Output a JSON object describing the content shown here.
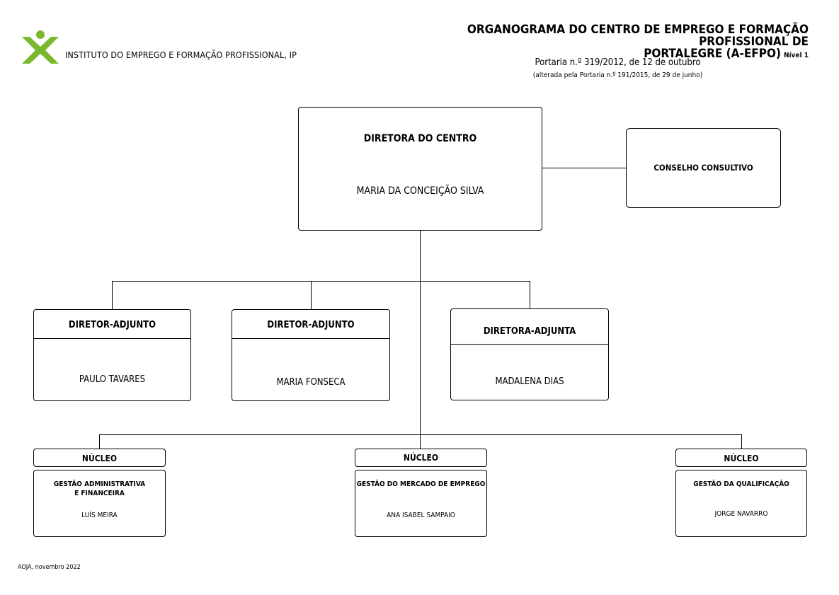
{
  "header": {
    "org_name": "INSTITUTO DO EMPREGO E FORMAÇÃO PROFISSIONAL, IP",
    "title_line1": "ORGANOGRAMA DO  CENTRO DE EMPREGO E FORMAÇÃO PROFISSIONAL DE",
    "title_line2": "PORTALEGRE (A-EFPO)",
    "level": "Nível 1",
    "portaria": "Portaria n.º 319/2012, de 12 de outubro",
    "alterada": "(alterada pela Portaria n.º 191/2015, de 29 de junho)"
  },
  "colors": {
    "logo_green": "#7ab92e",
    "line": "#000000"
  },
  "director": {
    "role": "DIRETORA DO CENTRO",
    "name": "MARIA DA CONCEIÇÃO SILVA"
  },
  "council": {
    "label": "CONSELHO CONSULTIVO"
  },
  "deputies": [
    {
      "role": "DIRETOR-ADJUNTO",
      "name": "PAULO TAVARES"
    },
    {
      "role": "DIRETOR-ADJUNTO",
      "name": "MARIA FONSECA"
    },
    {
      "role": "DIRETORA-ADJUNTA",
      "name": "MADALENA DIAS"
    }
  ],
  "nucleos": [
    {
      "header": "NÚCLEO",
      "title_line1": "GESTÃO ADMINISTRATIVA",
      "title_line2": "E FINANCEIRA",
      "name": "LUÍS MEIRA"
    },
    {
      "header": "NÚCLEO",
      "title_line1": "GESTÃO DO MERCADO DE EMPREGO",
      "title_line2": "",
      "name": "ANA ISABEL SAMPAIO"
    },
    {
      "header": "NÚCLEO",
      "title_line1": "GESTÃO DA QUALIFICAÇÃO",
      "title_line2": "",
      "name": "JORGE NAVARRO"
    }
  ],
  "footer": "AOJA, novembro 2022"
}
